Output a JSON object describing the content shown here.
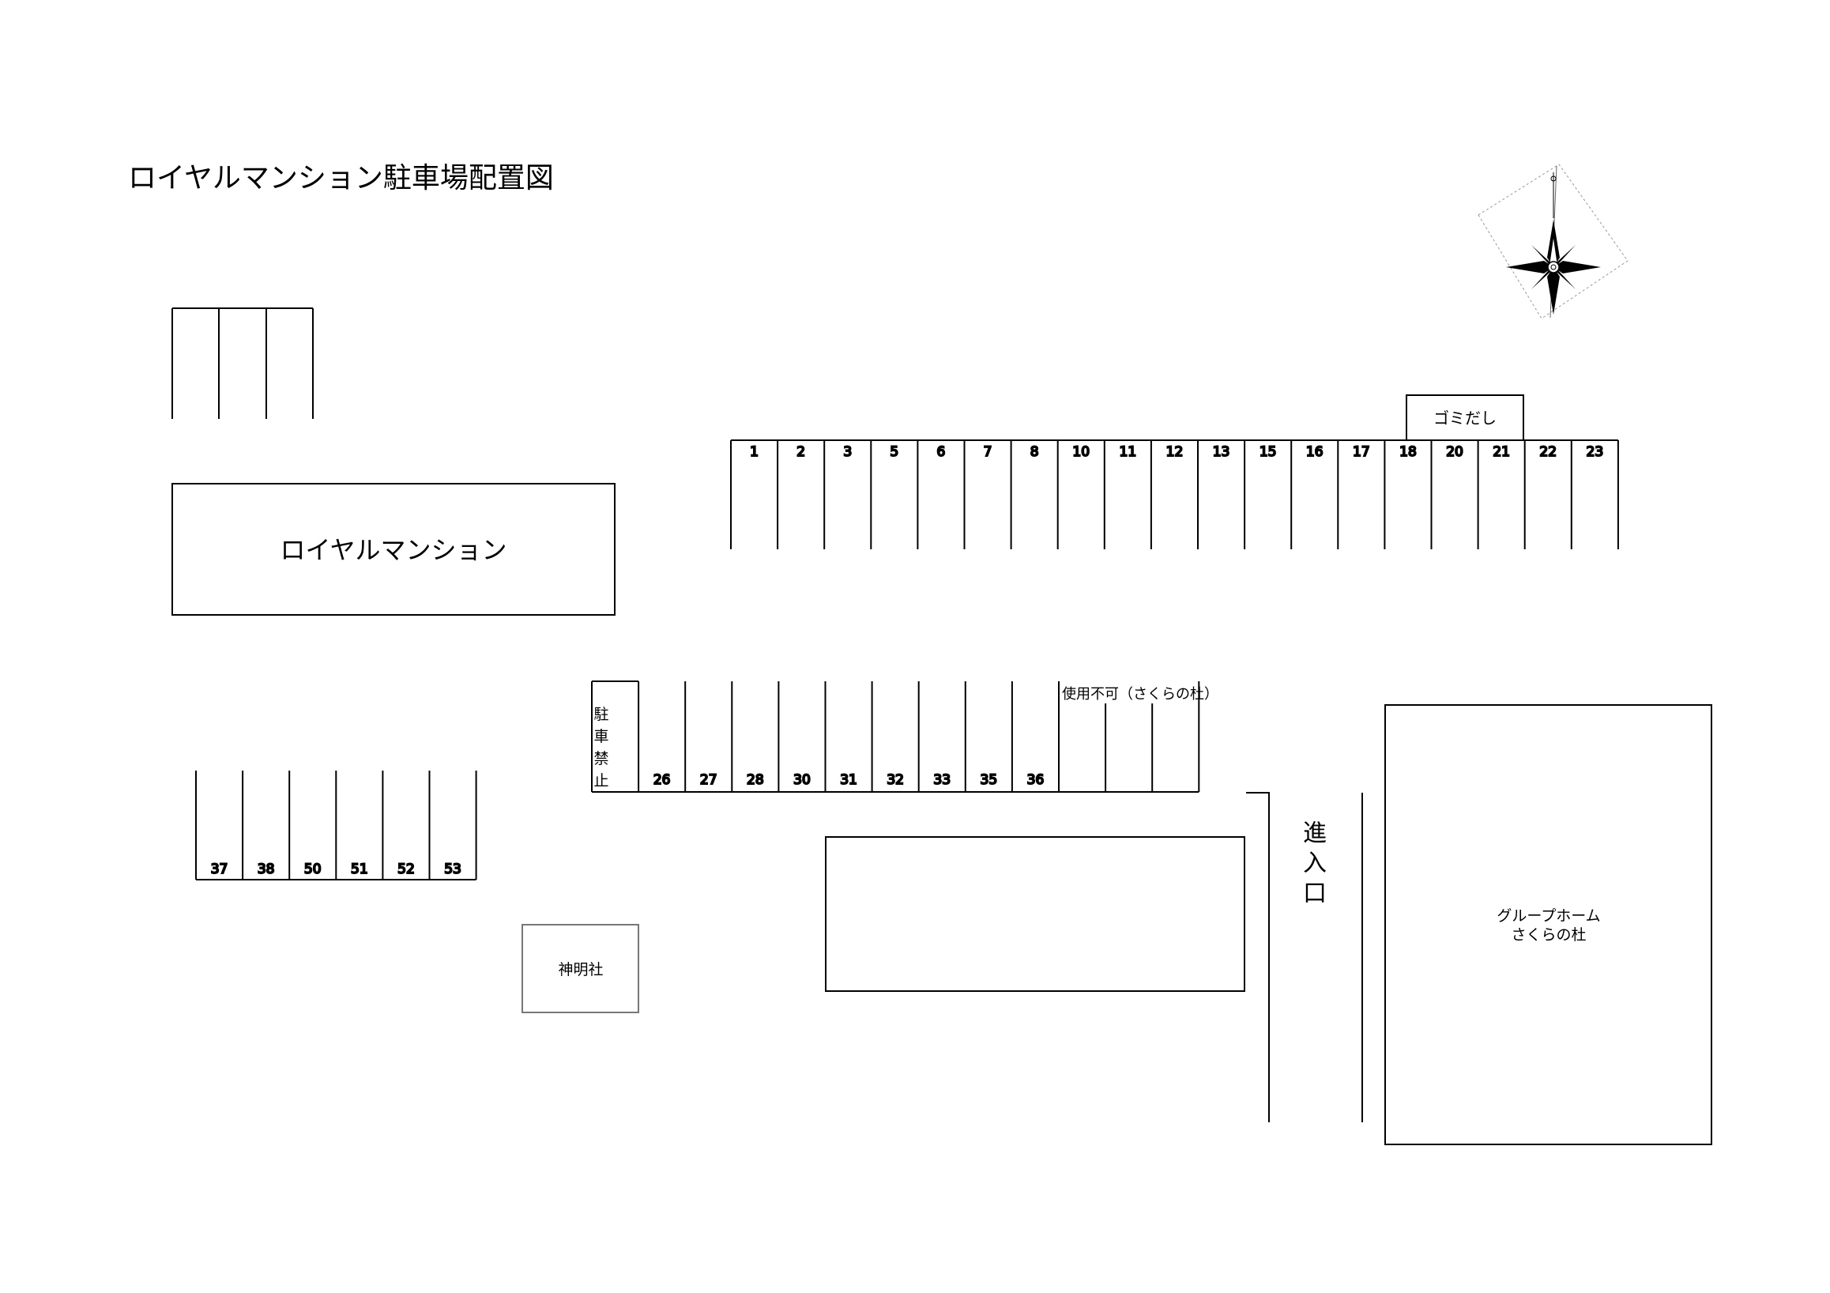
{
  "title": "ロイヤルマンション駐車場配置図",
  "building_main": "ロイヤルマンション",
  "garbage": "ゴミだし",
  "top_row_numbers": [
    "1",
    "2",
    "3",
    "5",
    "6",
    "7",
    "8",
    "10",
    "11",
    "12",
    "13",
    "15",
    "16",
    "17",
    "18",
    "20",
    "21",
    "22",
    "23"
  ],
  "middle_row": {
    "no_parking": [
      "駐",
      "車",
      "禁",
      "止"
    ],
    "numbers": [
      "26",
      "27",
      "28",
      "30",
      "31",
      "32",
      "33",
      "35",
      "36"
    ],
    "unavailable_label": "使用不可（さくらの杜）"
  },
  "left_row_numbers": [
    "37",
    "38",
    "50",
    "51",
    "52",
    "53"
  ],
  "shrine": "神明社",
  "entrance": [
    "進",
    "入",
    "口"
  ],
  "group_home": [
    "グループホーム",
    "さくらの杜"
  ],
  "compass_icon": "compass-rose-icon"
}
